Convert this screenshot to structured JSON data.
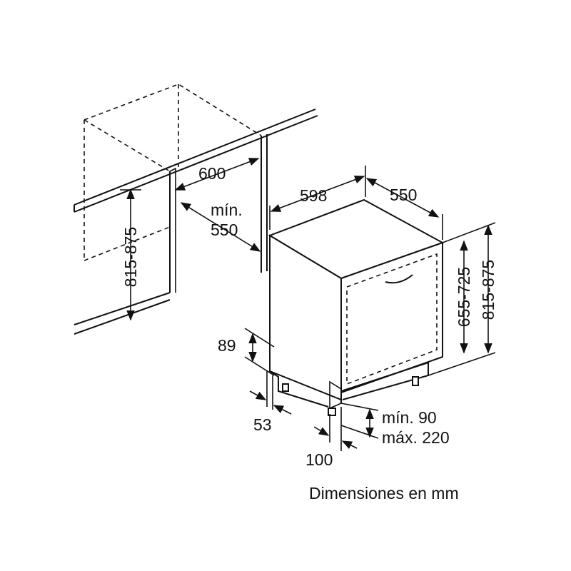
{
  "labels": {
    "cabinet_width": "600",
    "niche_depth_line1": "mín.",
    "niche_depth_line2": "550",
    "niche_height_left": "815-875",
    "appliance_width": "598",
    "appliance_depth": "550",
    "door_height": "655-725",
    "niche_height_right": "815-875",
    "plinth_height": "89",
    "plinth_offset": "53",
    "plinth_gap_line1": "mín. 90",
    "plinth_gap_line2": "máx. 220",
    "foot_setback": "100"
  },
  "caption": "Dimensiones en mm"
}
